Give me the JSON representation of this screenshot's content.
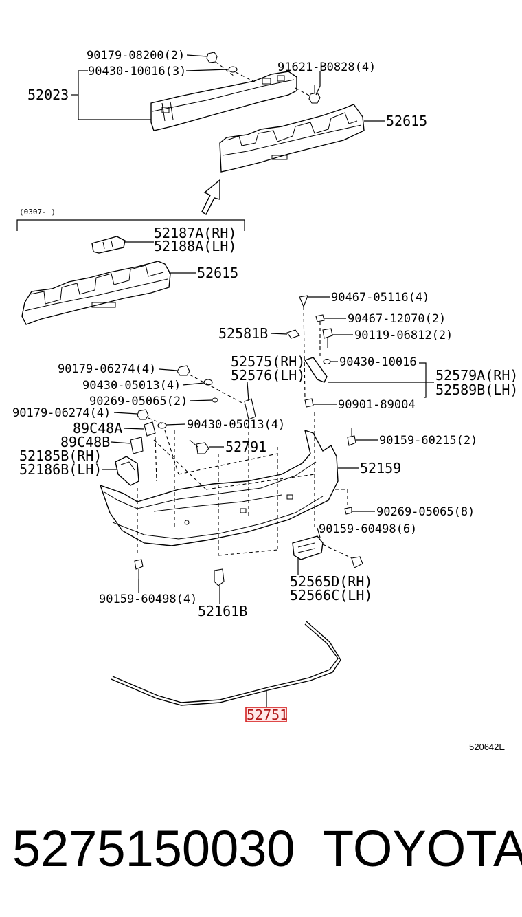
{
  "labels": {
    "p90179_08200": "90179-08200(2)",
    "p90430_10016_3": "90430-10016(3)",
    "p91621_b0828": "91621-B0828(4)",
    "p52023": "52023",
    "p52615_top": "52615",
    "range_note": "(0307-     )",
    "p52187a": "52187A(RH)",
    "p52188a": "52188A(LH)",
    "p52615_mid": "52615",
    "p90467_05116": "90467-05116(4)",
    "p90467_12070": "90467-12070(2)",
    "p52581b": "52581B",
    "p90119_06812": "90119-06812(2)",
    "p52575": "52575(RH)",
    "p52576": "52576(LH)",
    "p90430_10016": "90430-10016",
    "p52579a": "52579A(RH)",
    "p52589b": "52589B(LH)",
    "p90179_06274_a": "90179-06274(4)",
    "p90430_05013_a": "90430-05013(4)",
    "p90269_05065_2": "90269-05065(2)",
    "p90901_89004": "90901-89004",
    "p90179_06274_b": "90179-06274(4)",
    "p90430_05013_b": "90430-05013(4)",
    "p89c48a": "89C48A",
    "p89c48b": "89C48B",
    "p52791": "52791",
    "p90159_60215": "90159-60215(2)",
    "p52185b": "52185B(RH)",
    "p52186b": "52186B(LH)",
    "p52159": "52159",
    "p90269_05065_8": "90269-05065(8)",
    "p90159_60498_6": "90159-60498(6)",
    "p52565d": "52565D(RH)",
    "p52566c": "52566C(LH)",
    "p90159_60498_4": "90159-60498(4)",
    "p52161b": "52161B",
    "p52751": "52751",
    "diagram_ref": "520642E"
  },
  "highlight_color": "#d62020",
  "footer": {
    "part_number": "5275150030",
    "brand": "TOYOTA"
  }
}
